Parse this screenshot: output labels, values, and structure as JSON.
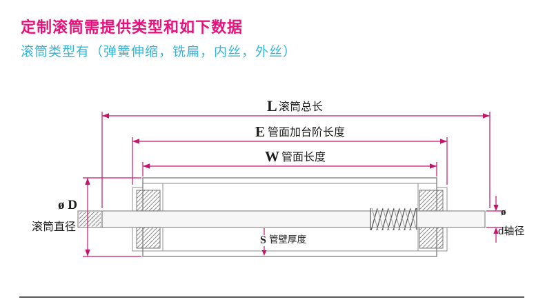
{
  "header": {
    "title": "定制滚筒需提供类型和如下数据",
    "subtitle": "滚筒类型有（弹簧伸缩，铣扁，内丝，外丝）"
  },
  "diagram": {
    "dims": {
      "L": {
        "symbol": "L",
        "label": "滚筒总长"
      },
      "E": {
        "symbol": "E",
        "label": "管面加台阶长度"
      },
      "W": {
        "symbol": "W",
        "label": "管面长度"
      },
      "D": {
        "symbol": "ø D",
        "label": "滚筒直径"
      },
      "d": {
        "symbol": "ø",
        "label": "d轴径"
      },
      "S": {
        "symbol": "S",
        "label": "管壁厚度"
      }
    }
  },
  "colors": {
    "title_pink": "#e8117c",
    "subtitle_cyan": "#35b5d6",
    "dimension_magenta": "#c4156b",
    "drawing_gray": "#8c8c8c"
  }
}
